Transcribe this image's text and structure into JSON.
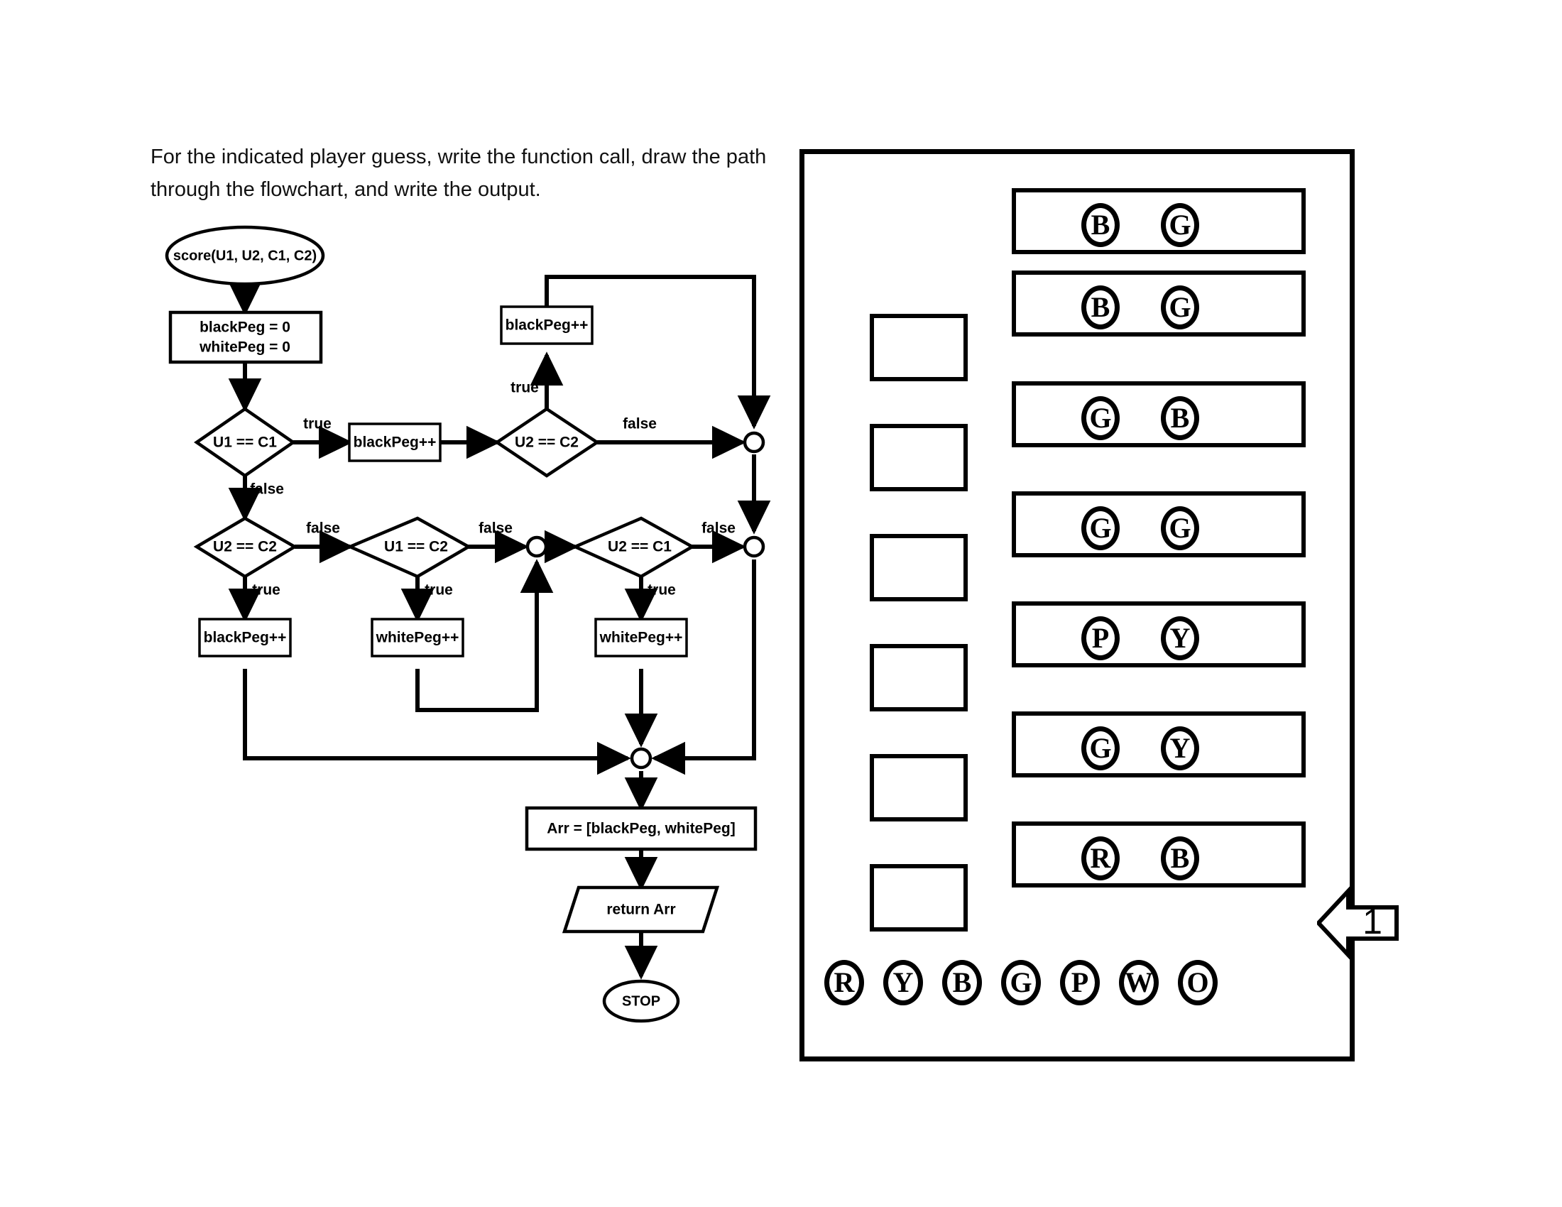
{
  "prompt": {
    "line1": "For the indicated player guess, write the function call, draw the path",
    "line2": "through the flowchart, and write the output."
  },
  "flowchart": {
    "start_label": "score(U1, U2, C1, C2)",
    "init_line1": "blackPeg = 0",
    "init_line2": "whitePeg = 0",
    "d1": "U1 == C1",
    "d2": "U2 == C2",
    "d3": "U2 == C2",
    "d4": "U1 == C2",
    "d5": "U2 == C1",
    "p_black_mid": "blackPeg++",
    "p_black_top": "blackPeg++",
    "p_black_low": "blackPeg++",
    "p_white_mid": "whitePeg++",
    "p_white_right": "whitePeg++",
    "arr": "Arr = [blackPeg, whitePeg]",
    "return": "return Arr",
    "stop": "STOP",
    "edge_true": "true",
    "edge_false": "false",
    "labels": {
      "e1_true": "true",
      "e1_false": "false",
      "e2_true": "true",
      "e2_false": "false",
      "e3_true": "true",
      "e3_false": "false",
      "e4_true": "true",
      "e4_false": "false",
      "e5_true": "true",
      "e5_false": "false"
    }
  },
  "board": {
    "rows": [
      {
        "feedback": false,
        "pegs": [
          "B",
          "G"
        ]
      },
      {
        "feedback": true,
        "pegs": [
          "B",
          "G"
        ]
      },
      {
        "feedback": true,
        "pegs": [
          "G",
          "B"
        ]
      },
      {
        "feedback": true,
        "pegs": [
          "G",
          "G"
        ]
      },
      {
        "feedback": true,
        "pegs": [
          "P",
          "Y"
        ]
      },
      {
        "feedback": true,
        "pegs": [
          "G",
          "Y"
        ]
      },
      {
        "feedback": true,
        "pegs": [
          "R",
          "B"
        ]
      }
    ],
    "palette": [
      "R",
      "Y",
      "B",
      "G",
      "P",
      "W",
      "O"
    ],
    "marker_label": "1"
  },
  "colors": {
    "stroke": "#000000",
    "background": "#ffffff"
  }
}
